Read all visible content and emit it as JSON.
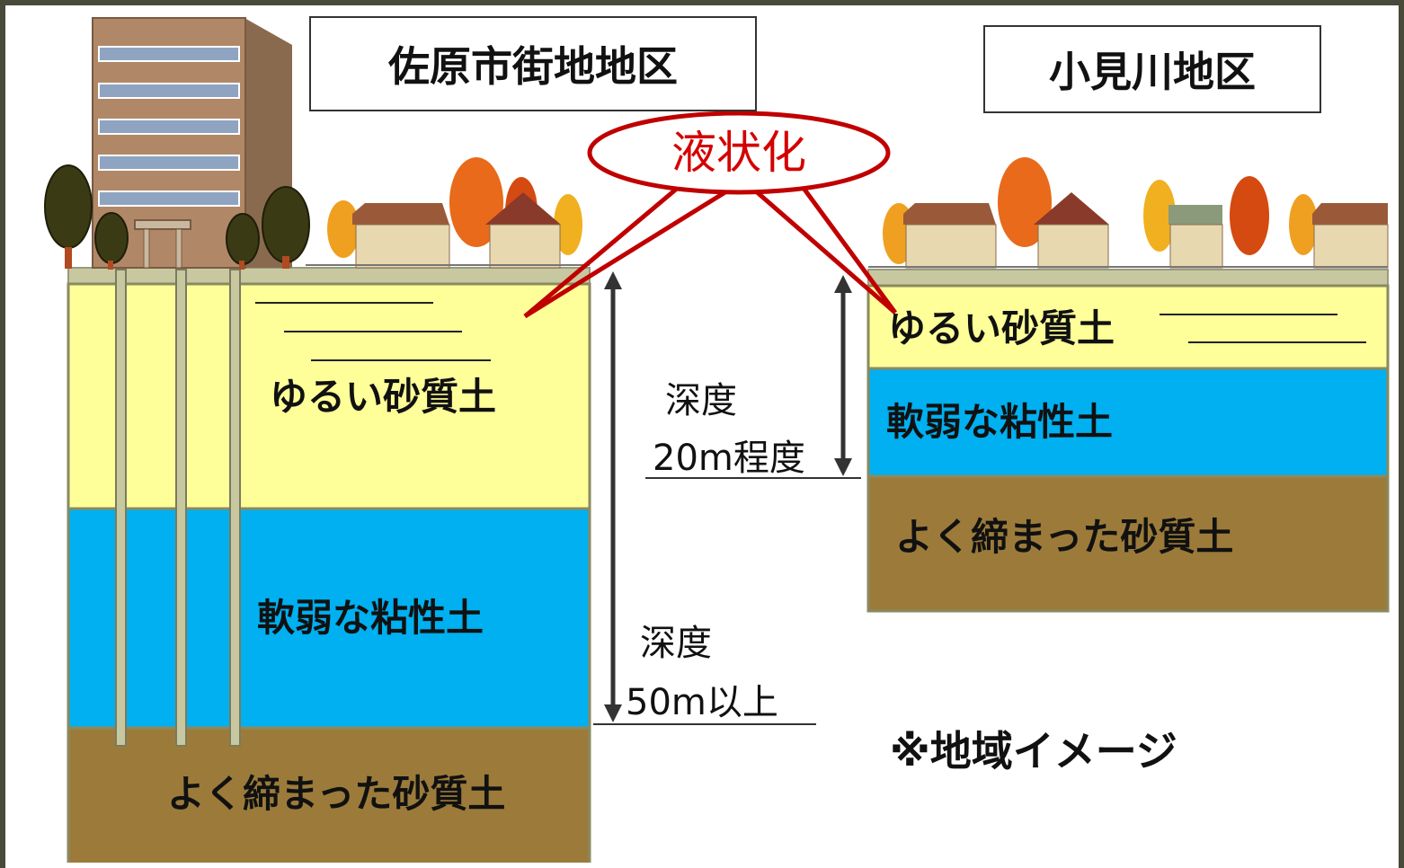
{
  "titles": {
    "left_area": "佐原市街地地区",
    "right_area": "小見川地区"
  },
  "callout": {
    "label": "液状化",
    "color": "#d40000"
  },
  "left_column": {
    "layers": [
      {
        "label": "ゆるい砂質土",
        "color": "#ffff99"
      },
      {
        "label": "軟弱な粘性土",
        "color": "#00b0f0"
      },
      {
        "label": "よく締まった砂質土",
        "color": "#9c7b3a"
      }
    ]
  },
  "right_column": {
    "layers": [
      {
        "label": "ゆるい砂質土",
        "color": "#ffff99"
      },
      {
        "label": "軟弱な粘性土",
        "color": "#00b0f0"
      },
      {
        "label": "よく締まった砂質土",
        "color": "#9c7b3a"
      }
    ]
  },
  "depth_labels": {
    "shallow_line1": "深度",
    "shallow_line2": "20m程度",
    "deep_line1": "深度",
    "deep_line2": "50m以上"
  },
  "note": "※地域イメージ"
}
